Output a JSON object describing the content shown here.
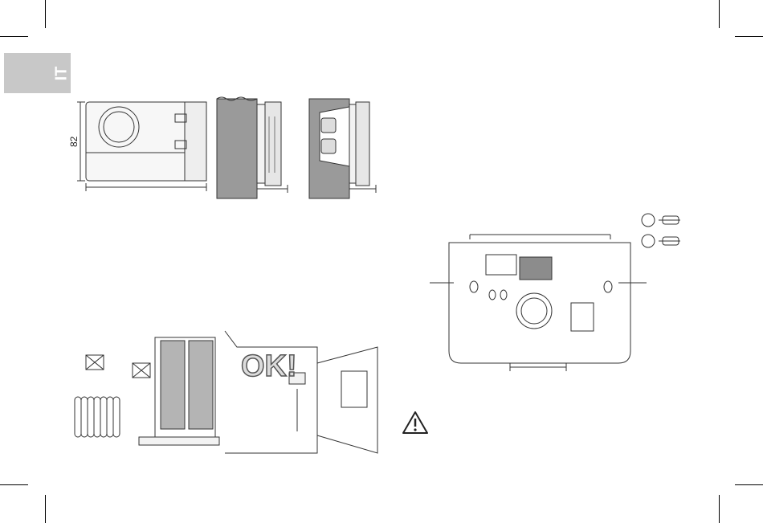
{
  "page": {
    "language_tab": "IT",
    "figure_dimensions": {
      "height_label": "82"
    },
    "figure_placement": {
      "ok_label": "OK!"
    },
    "icons": [
      "warning-triangle-icon",
      "crossed-box-icon",
      "screw-anchor-icon"
    ]
  }
}
